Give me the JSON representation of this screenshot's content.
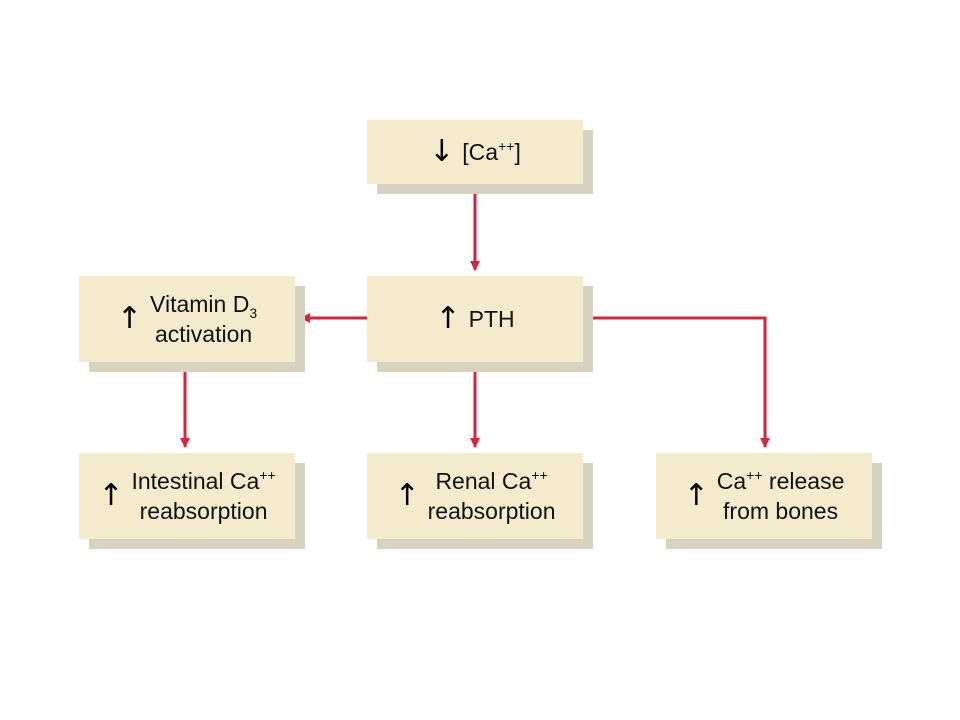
{
  "diagram": {
    "ca": {
      "arrow": "↓",
      "pre": "[Ca",
      "sup": "++",
      "post": "]"
    },
    "pth": {
      "arrow": "↑",
      "label": "PTH"
    },
    "vitamin": {
      "arrow": "↑",
      "line1": "Vitamin D",
      "line1_sub": "3",
      "line2": "activation"
    },
    "intestinal": {
      "arrow": "↑",
      "line1": "Intestinal Ca",
      "line1_sup": "++",
      "line2": "reabsorption"
    },
    "renal": {
      "arrow": "↑",
      "line1": "Renal Ca",
      "line1_sup": "++",
      "line2": "reabsorption"
    },
    "bones": {
      "arrow": "↑",
      "line1_pre": "Ca",
      "line1_sup": "++",
      "line1_post": " release",
      "line2": "from bones"
    },
    "colors": {
      "box": "#f4ebcd",
      "shadow": "#d8d2c0",
      "connector": "#d9233e"
    }
  }
}
